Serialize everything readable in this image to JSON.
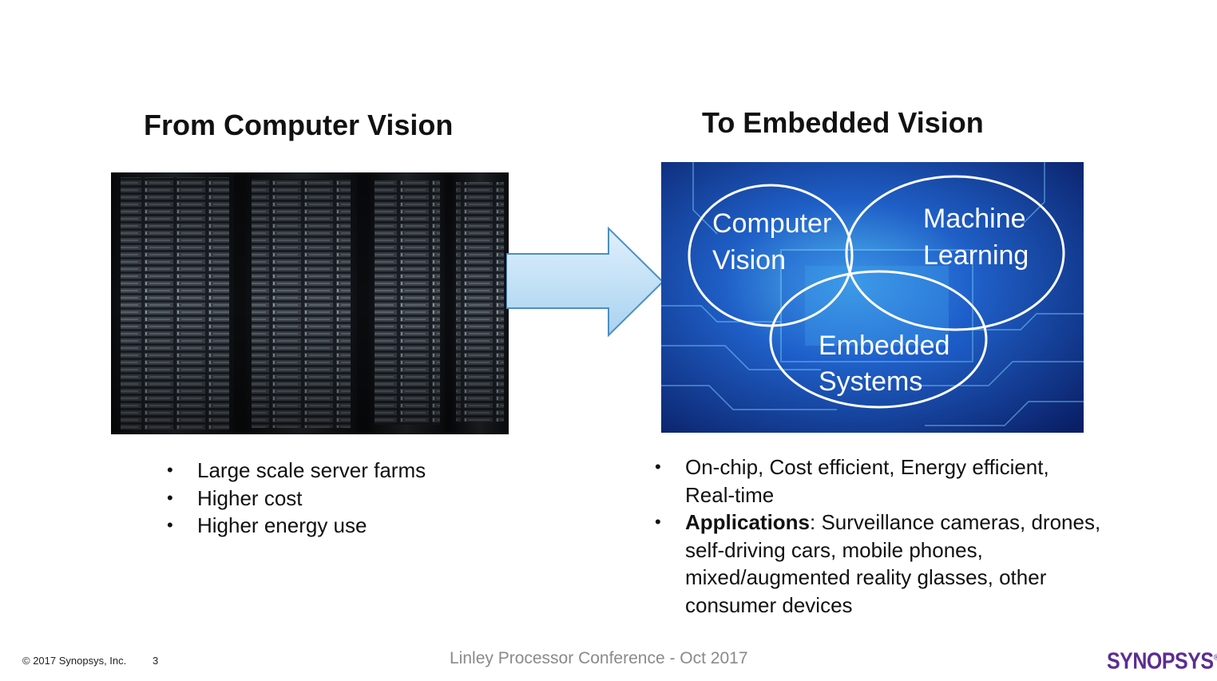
{
  "slide": {
    "left_title": "From Computer Vision",
    "right_title": "To Embedded Vision",
    "left_bullets": [
      "Large scale server farms",
      "Higher cost",
      "Higher energy use"
    ],
    "right_bullets": [
      {
        "bold": "",
        "text": "On-chip, Cost efficient, Energy efficient, Real-time"
      },
      {
        "bold": "Applications",
        "text": ": Surveillance cameras, drones, self-driving cars, mobile phones, mixed/augmented reality glasses, other consumer devices"
      }
    ],
    "venn": {
      "computer_vision": [
        "Computer",
        "Vision"
      ],
      "machine_learning": [
        "Machine",
        "Learning"
      ],
      "embedded_systems": [
        "Embedded",
        "Systems"
      ]
    }
  },
  "footer": {
    "copyright": "© 2017 Synopsys, Inc.",
    "page_number": "3",
    "conference": "Linley Processor Conference - Oct 2017",
    "logo_text": "SYNOPSYS"
  },
  "colors": {
    "arrow_fill": "#c6e2f7",
    "arrow_stroke": "#4b8fc4",
    "logo": "#5c2d91",
    "circuit_blue": "#1a3d9c"
  }
}
